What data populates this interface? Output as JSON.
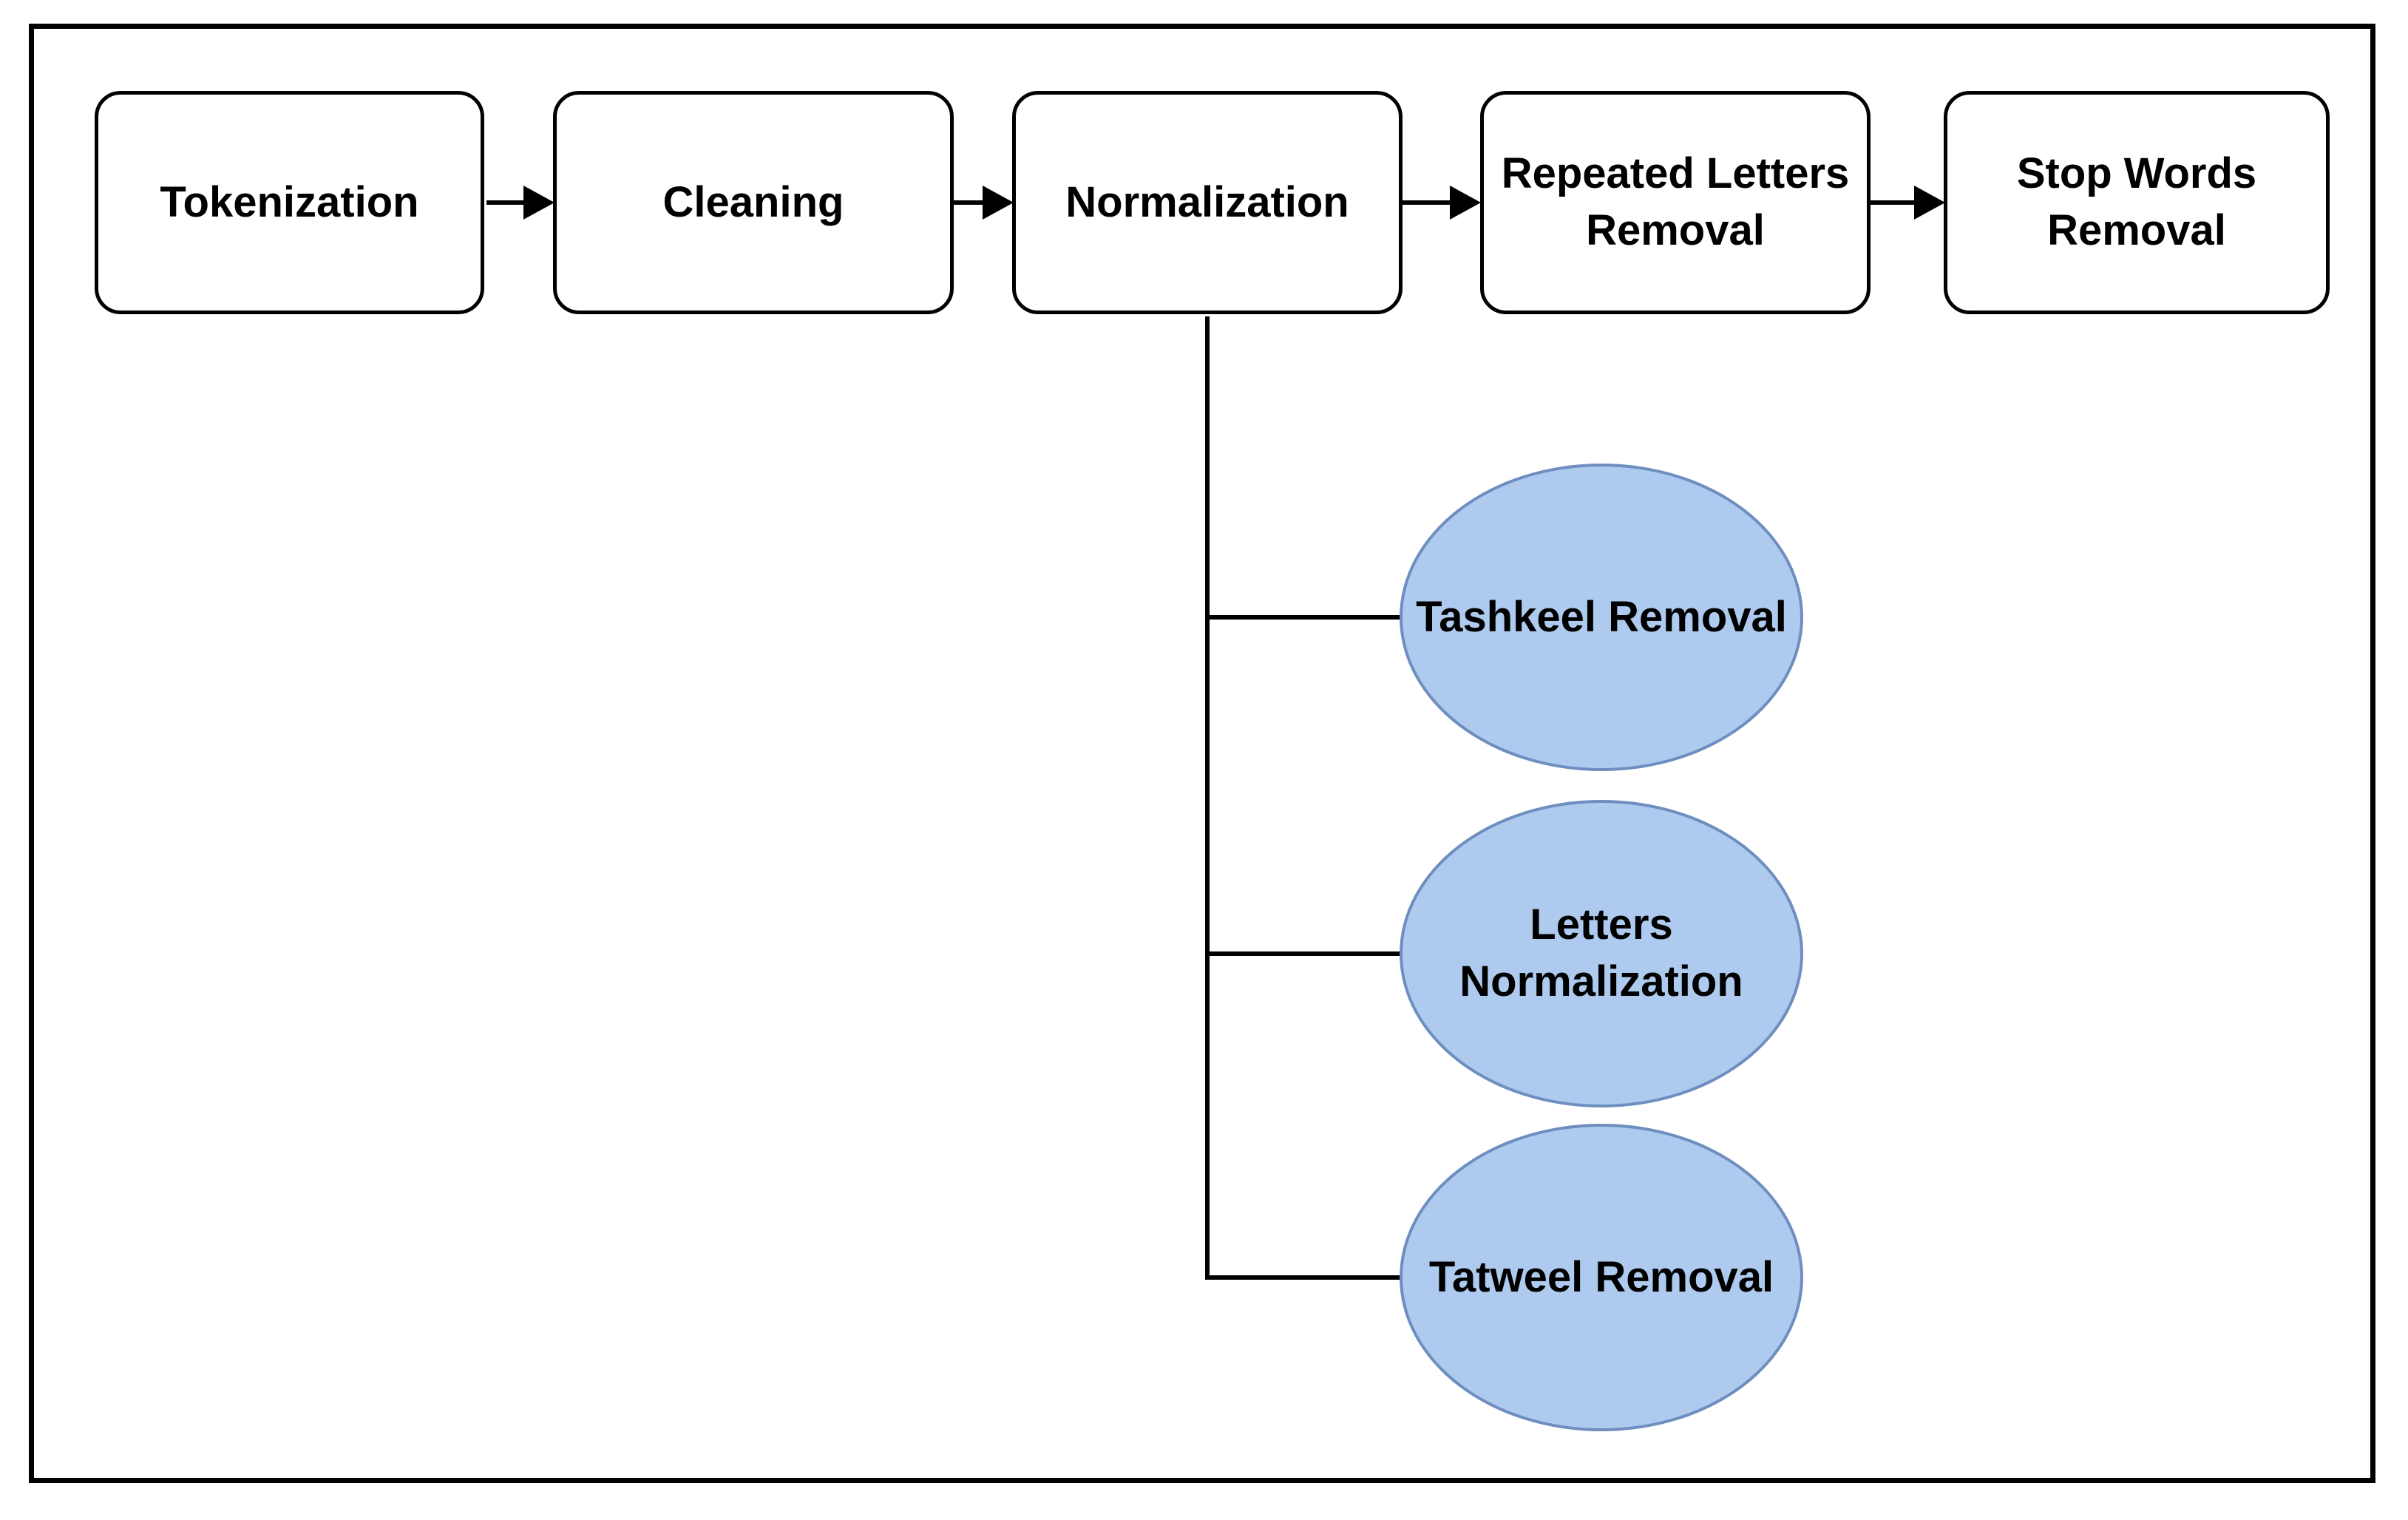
{
  "diagram": {
    "steps": [
      {
        "id": "tokenization",
        "label": "Tokenization"
      },
      {
        "id": "cleaning",
        "label": "Cleaning"
      },
      {
        "id": "normalization",
        "label": "Normalization"
      },
      {
        "id": "repeated-letters-removal",
        "label": "Repeated Letters\nRemoval"
      },
      {
        "id": "stop-words-removal",
        "label": "Stop Words\nRemoval"
      }
    ],
    "normalization_substeps": [
      {
        "id": "tashkeel-removal",
        "label": "Tashkeel Removal"
      },
      {
        "id": "letters-normalization",
        "label": "Letters\nNormalization"
      },
      {
        "id": "tatweel-removal",
        "label": "Tatweel Removal"
      }
    ]
  },
  "colors": {
    "box_fill": "#FFFFFF",
    "box_stroke": "#000000",
    "ellipse_fill": "#AECBEF",
    "ellipse_stroke": "#6D8EBF",
    "connector": "#000000",
    "text": "#000000",
    "frame_stroke": "#000000"
  }
}
